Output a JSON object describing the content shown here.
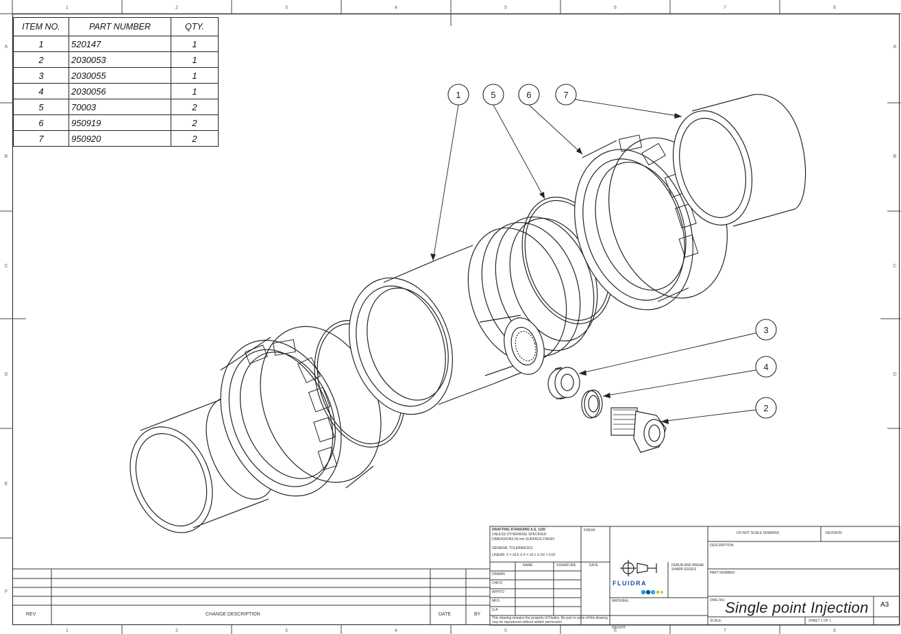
{
  "bom": {
    "headers": {
      "item": "ITEM NO.",
      "part": "PART NUMBER",
      "qty": "QTY."
    },
    "rows": [
      {
        "item": "1",
        "part": "520147",
        "qty": "1"
      },
      {
        "item": "2",
        "part": "2030053",
        "qty": "1"
      },
      {
        "item": "3",
        "part": "2030055",
        "qty": "1"
      },
      {
        "item": "4",
        "part": "2030056",
        "qty": "1"
      },
      {
        "item": "5",
        "part": "70003",
        "qty": "2"
      },
      {
        "item": "6",
        "part": "950919",
        "qty": "2"
      },
      {
        "item": "7",
        "part": "950920",
        "qty": "2"
      }
    ]
  },
  "zones": {
    "columns": [
      "1",
      "2",
      "3",
      "4",
      "5",
      "6",
      "7",
      "8"
    ],
    "rows": [
      "A",
      "B",
      "C",
      "D",
      "E",
      "F"
    ]
  },
  "balloons": [
    "1",
    "5",
    "6",
    "7",
    "3",
    "4",
    "2"
  ],
  "title_block": {
    "drafting_standard": "DRAFTING STANDARD A.S. 1100",
    "unless": "UNLESS OTHERWISE SPECIFIED:",
    "dimensions": "DIMENSIONS IN mm SURFACE FINISH:",
    "tolerances": "GENERAL TOLERANCES:",
    "linear": "LINEAR: X = ±0.5  X.X = ±0.1  X.XX = 0.02",
    "finish": "FINISH:",
    "name": "NAME",
    "signature": "SIGNATURE",
    "date": "DATE",
    "drawn": "DRAWN",
    "chkd": "CHK'D",
    "appvd": "APPV'D",
    "mfg": "MFG",
    "qa": "Q.A",
    "deburr": "DEBUR AND BREAK SHARP EDGES",
    "material": "MATERIAL:",
    "weight": "WEIGHT:",
    "property_note": "This drawing remains the property of Fluidra. No part or parts of this drawing may be reproduced without written permission.",
    "do_not_scale": "DO NOT SCALE DRAWING",
    "revision": "REVISION",
    "description": "DESCRIPTION:",
    "part_number": "PART NUMBER:",
    "dwg_no": "DWG NO.",
    "title": "Single point Injection",
    "size": "A3",
    "scale": "SCALE:",
    "sheet": "SHEET 1 OF 1",
    "logo_text": "FLUIDRA"
  },
  "revision_block": {
    "rev": "REV",
    "change_description": "CHANGE DESCRIPTION",
    "date": "DATE",
    "by": "BY"
  }
}
